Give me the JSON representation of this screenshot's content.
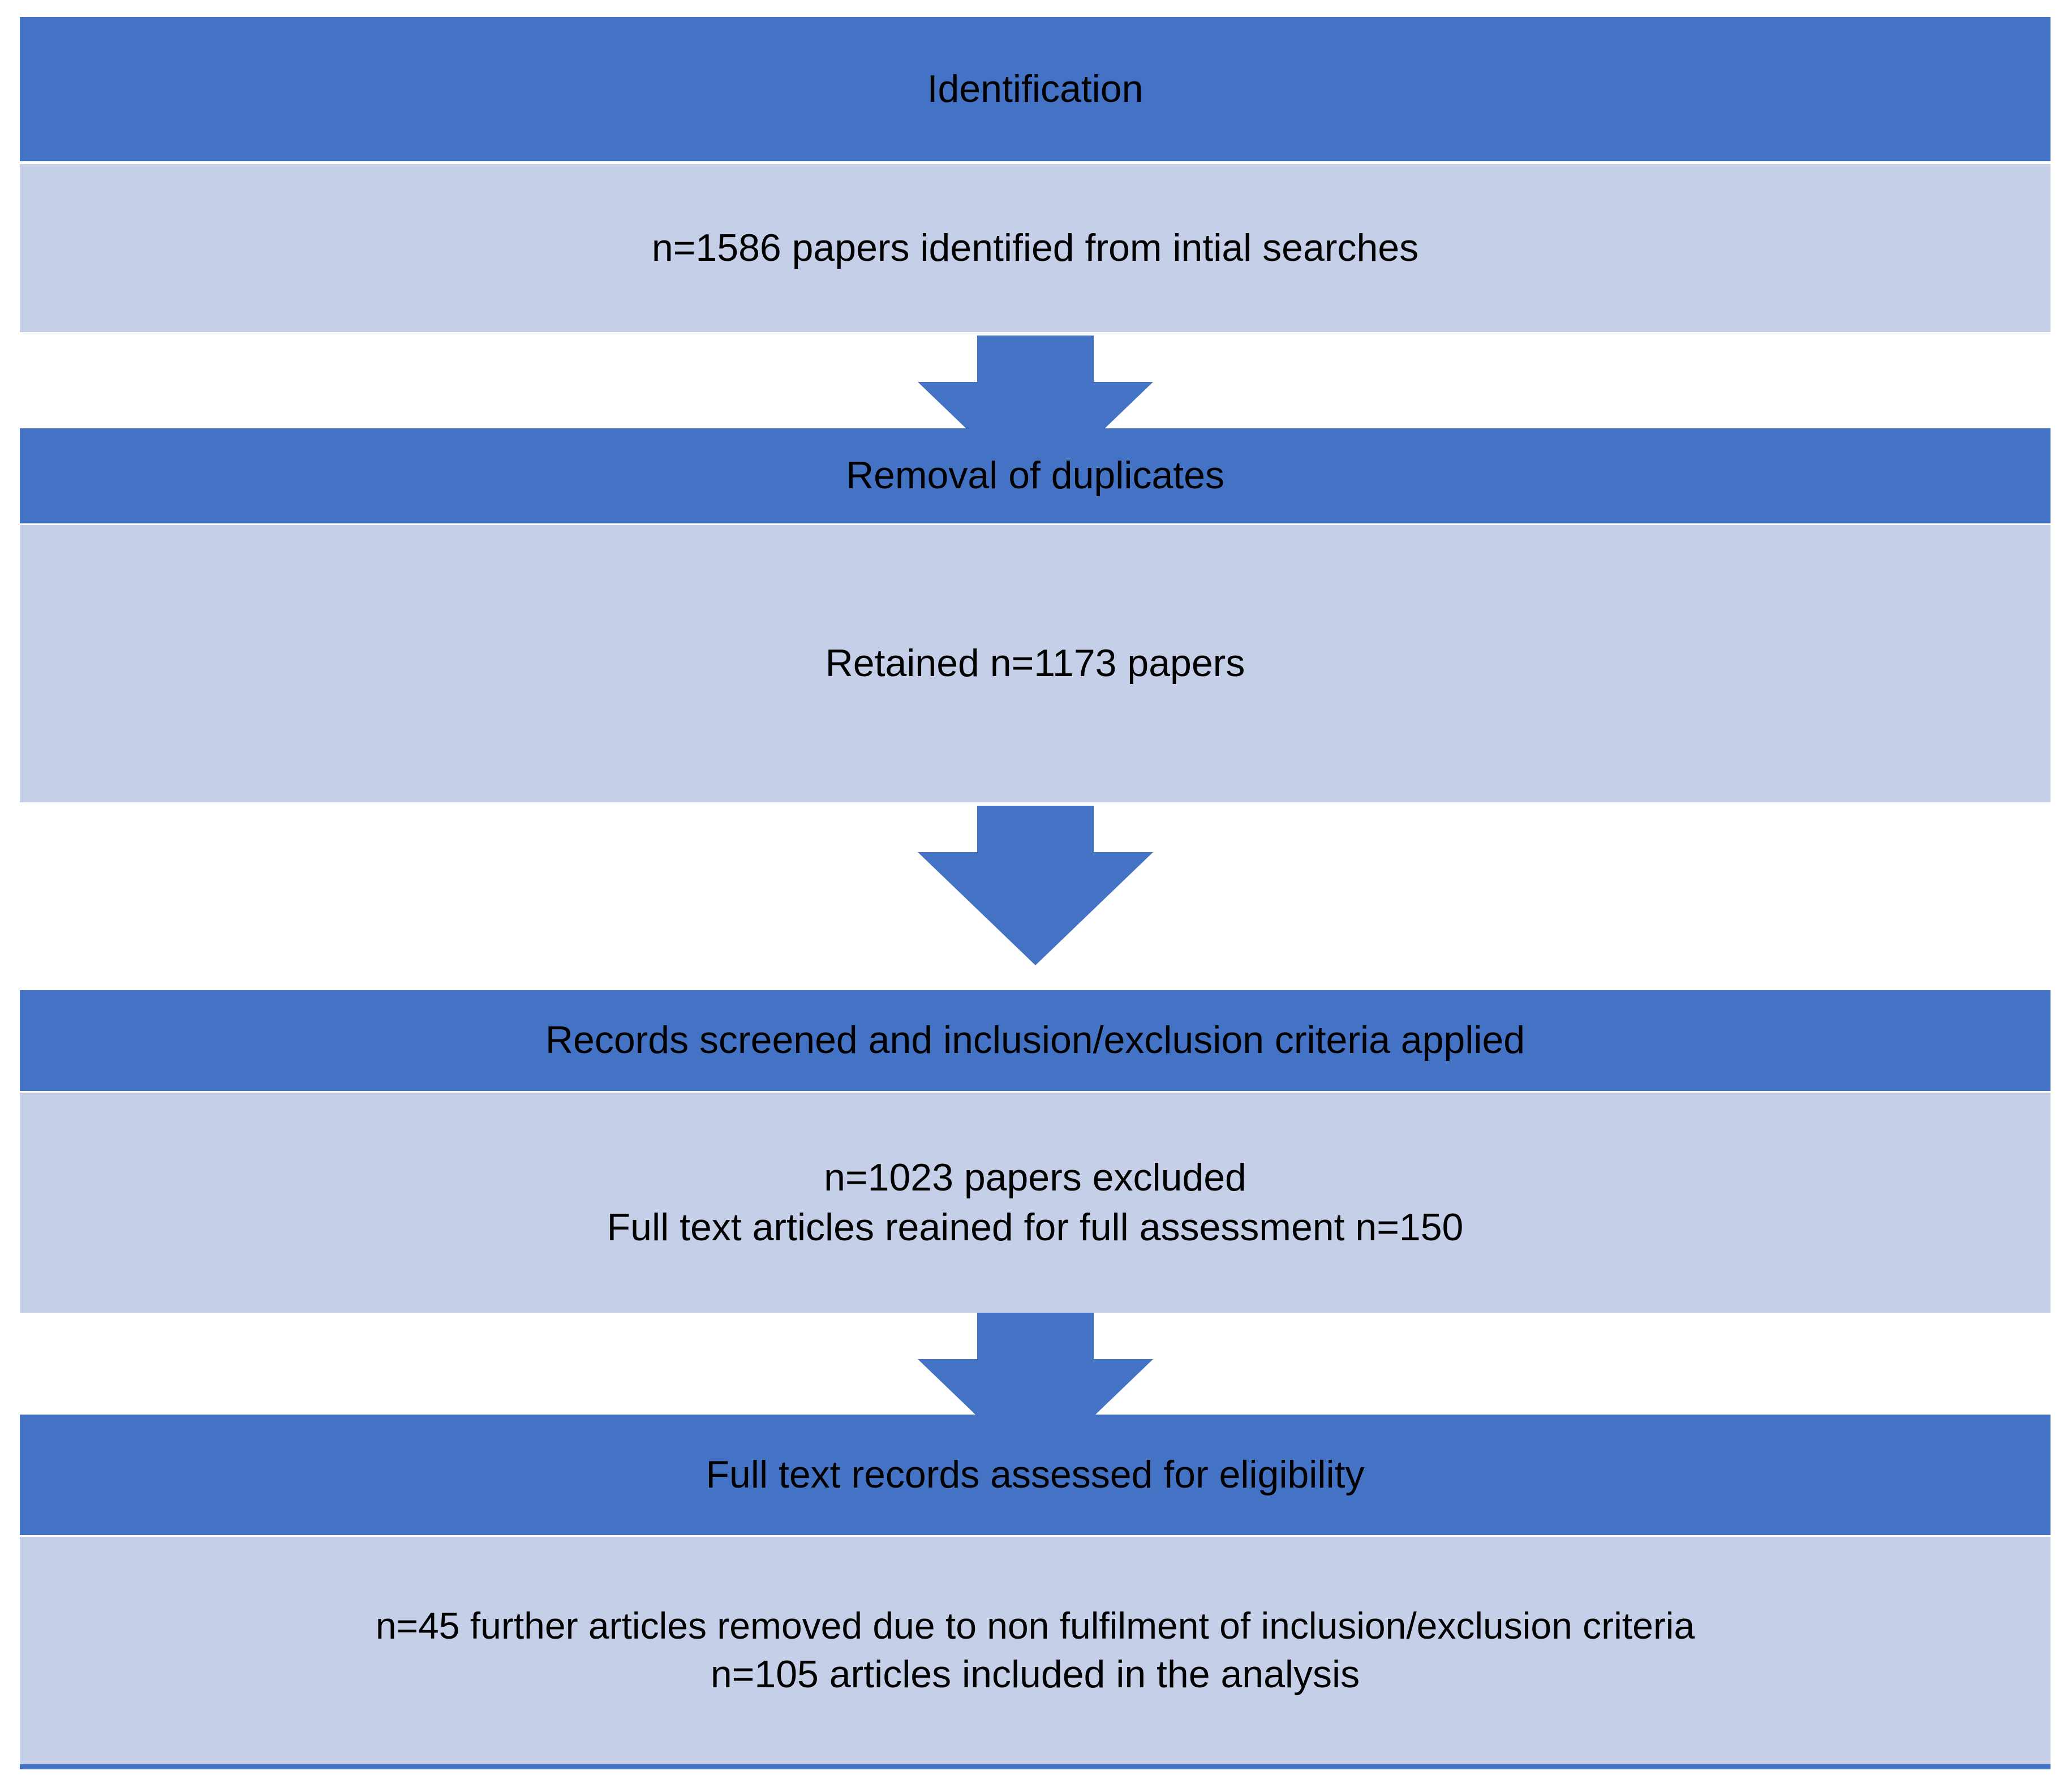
{
  "colors": {
    "header_blue": "#4472C4",
    "body_blue": "#C5CFE8",
    "arrow_blue": "#4472C4",
    "text": "#000000",
    "background": "#FFFFFF"
  },
  "diagram": {
    "type": "prisma-flow-diagram",
    "stages": [
      {
        "id": "identification",
        "header": "Identification",
        "body_lines": [
          "n=1586 papers identified from intial searches"
        ]
      },
      {
        "id": "duplicate-removal",
        "header": "Removal of duplicates",
        "body_lines": [
          "Retained n=1173 papers"
        ]
      },
      {
        "id": "screening",
        "header": "Records screened and inclusion/exclusion criteria applied",
        "body_lines": [
          "n=1023 papers excluded",
          "Full text articles reained for full assessment n=150"
        ]
      },
      {
        "id": "eligibility",
        "header": "Full text records assessed for eligibility",
        "body_lines": [
          "n=45 further articles removed due to non fulfilment of inclusion/exclusion criteria",
          "n=105 articles included in the analysis"
        ]
      }
    ],
    "connectors": [
      {
        "id": "arrow-identification-to-duplicates",
        "icon": "down-arrow-icon"
      },
      {
        "id": "arrow-duplicates-to-screening",
        "icon": "down-arrow-icon"
      },
      {
        "id": "arrow-screening-to-eligibility",
        "icon": "down-arrow-icon"
      }
    ],
    "counts": {
      "identified": 1586,
      "retained_after_duplicates": 1173,
      "excluded_at_screening": 1023,
      "full_text_retained": 150,
      "removed_at_full_text": 45,
      "included_in_analysis": 105
    }
  }
}
